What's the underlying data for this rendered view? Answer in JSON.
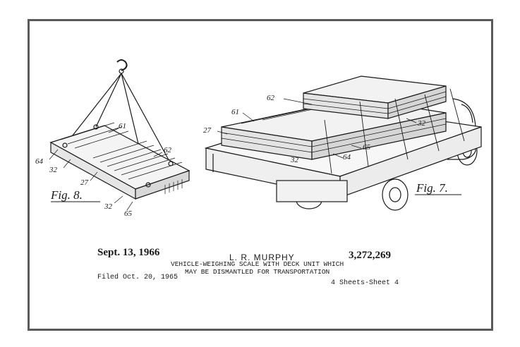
{
  "header": {
    "date": "Sept. 13, 1966",
    "inventor": "L. R. MURPHY",
    "patent_number": "3,272,269",
    "title_line1": "VEHICLE-WEIGHING SCALE WITH DECK UNIT WHICH",
    "title_line2": "MAY BE DISMANTLED FOR TRANSPORTATION",
    "filed": "Filed Oct. 20, 1965",
    "sheets": "4 Sheets-Sheet 4"
  },
  "figures": {
    "fig8": {
      "label": "Fig. 8.",
      "refs": [
        "61",
        "62",
        "64",
        "32",
        "27",
        "32",
        "65"
      ]
    },
    "fig7": {
      "label": "Fig. 7.",
      "refs": [
        "62",
        "61",
        "27",
        "32",
        "65",
        "64",
        "32"
      ]
    }
  },
  "colors": {
    "frame": "#5a5a5a",
    "ink": "#1a1a1a",
    "background": "#ffffff"
  }
}
